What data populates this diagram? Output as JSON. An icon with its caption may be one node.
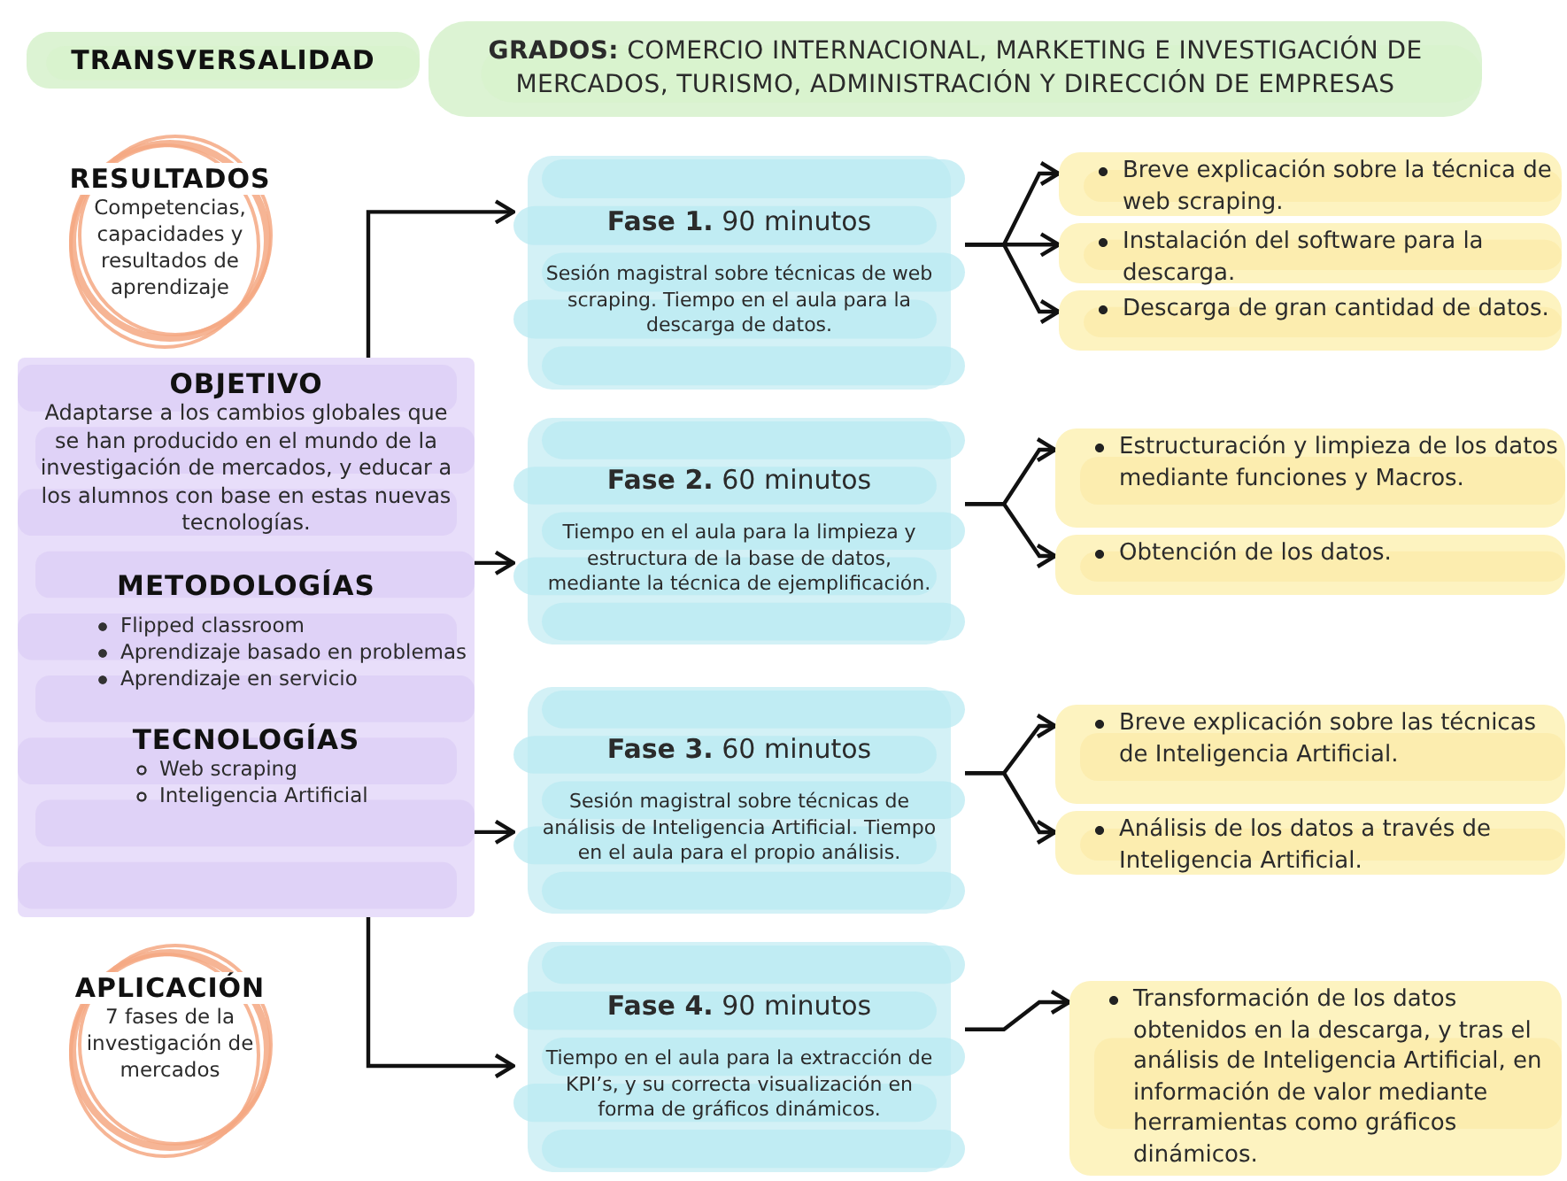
{
  "diagram": {
    "nodes": [
      {
        "text": [
          "TRANSVERSALIDAD"
        ]
      },
      {
        "text": [
          "**GRADOS:** COMERCIO INTERNACIONAL, MARKETING E INVESTIGACIÓN DE MERCADOS, TURISMO, ADMINISTRACIÓN Y DIRECCIÓN DE EMPRESAS"
        ]
      },
      {
        "text": [
          "RESULTADOS",
          "Competencias, capacidades y resultados de aprendizaje"
        ]
      },
      {
        "text": [
          "OBJETIVO",
          "Adaptarse a los cambios globales que se han producido en el mundo de la investigación de mercados, y educar a los alumnos con base en estas nuevas tecnologías.",
          "METODOLOGÍAS",
          "Flipped classroom",
          "Aprendizaje basado en problemas",
          "Aprendizaje en servicio",
          "TECNOLOGÍAS",
          "Web scraping",
          "Inteligencia Artificial"
        ]
      },
      {
        "text": [
          "APLICACIÓN",
          "7 fases de la investigación de mercados"
        ]
      },
      {
        "text": [
          "**Fase 1.** 90 minutos",
          "Sesión magistral sobre técnicas de web scraping. Tiempo en el aula para la descarga de datos."
        ]
      },
      {
        "text": [
          "**Fase 2.** 60 minutos",
          "Tiempo en el aula para la limpieza y estructura de la base de datos, mediante la técnica de ejemplificación."
        ]
      },
      {
        "text": [
          "**Fase 3.** 60 minutos",
          "Sesión magistral sobre técnicas de análisis de Inteligencia Artificial. Tiempo en el aula para el propio análisis."
        ]
      },
      {
        "text": [
          "**Fase 4.** 90 minutos",
          "Tiempo en el aula para la extracción de KPI’s, y su correcta visualización en forma de gráficos dinámicos."
        ]
      },
      {
        "text": [
          "Breve explicación sobre la técnica de web scraping."
        ]
      },
      {
        "text": [
          "Instalación del software para la descarga."
        ]
      },
      {
        "text": [
          "Descarga de gran cantidad de datos."
        ]
      },
      {
        "text": [
          "Estructuración y limpieza de los datos mediante funciones y Macros."
        ]
      },
      {
        "text": [
          "Obtención de los datos."
        ]
      },
      {
        "text": [
          "Breve explicación sobre las técnicas de Inteligencia Artificial."
        ]
      },
      {
        "text": [
          "Análisis de los datos a través de Inteligencia Artificial."
        ]
      },
      {
        "text": [
          "Transformación de los datos obtenidos en la descarga, y tras el análisis de Inteligencia Artificial, en información de valor mediante herramientas como gráficos dinámicos."
        ]
      }
    ],
    "edges": [
      {
        "from": 3,
        "to": 5,
        "arrow": "to"
      },
      {
        "from": 3,
        "to": 6,
        "arrow": "to"
      },
      {
        "from": 3,
        "to": 7,
        "arrow": "to"
      },
      {
        "from": 3,
        "to": 8,
        "arrow": "to"
      },
      {
        "from": 5,
        "to": 9,
        "arrow": "to"
      },
      {
        "from": 5,
        "to": 10,
        "arrow": "to"
      },
      {
        "from": 5,
        "to": 11,
        "arrow": "to"
      },
      {
        "from": 6,
        "to": 12,
        "arrow": "to"
      },
      {
        "from": 6,
        "to": 13,
        "arrow": "to"
      },
      {
        "from": 7,
        "to": 14,
        "arrow": "to"
      },
      {
        "from": 7,
        "to": 15,
        "arrow": "to"
      },
      {
        "from": 8,
        "to": 16,
        "arrow": "to"
      }
    ]
  }
}
